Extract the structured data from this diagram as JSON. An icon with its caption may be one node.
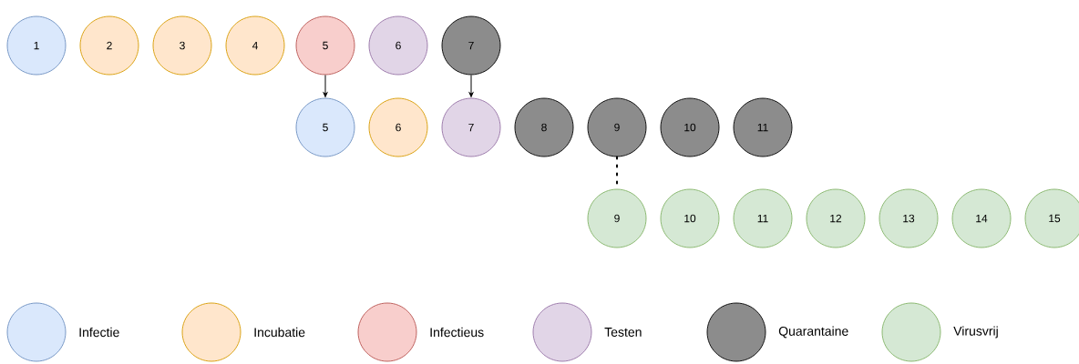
{
  "diagram": {
    "nodes": [
      {
        "text": [
          "1"
        ]
      },
      {
        "text": [
          "2"
        ]
      },
      {
        "text": [
          "3"
        ]
      },
      {
        "text": [
          "4"
        ]
      },
      {
        "text": [
          "5"
        ]
      },
      {
        "text": [
          "6"
        ]
      },
      {
        "text": [
          "7"
        ]
      },
      {
        "text": [
          "5"
        ]
      },
      {
        "text": [
          "6"
        ]
      },
      {
        "text": [
          "7"
        ]
      },
      {
        "text": [
          "8"
        ]
      },
      {
        "text": [
          "9"
        ]
      },
      {
        "text": [
          "10"
        ]
      },
      {
        "text": [
          "11"
        ]
      },
      {
        "text": [
          "9"
        ]
      },
      {
        "text": [
          "10"
        ]
      },
      {
        "text": [
          "11"
        ]
      },
      {
        "text": [
          "12"
        ]
      },
      {
        "text": [
          "13"
        ]
      },
      {
        "text": [
          "14"
        ]
      },
      {
        "text": [
          "15"
        ]
      }
    ],
    "edges": [
      {
        "from": 4,
        "to": 7,
        "arrow": "to"
      },
      {
        "from": 6,
        "to": 9,
        "arrow": "to"
      },
      {
        "from": 11,
        "to": 14,
        "arrow": "none",
        "style": "dashed"
      }
    ],
    "legend": [
      {
        "text": "Infectie",
        "color": "#dae8fc"
      },
      {
        "text": "Incubatie",
        "color": "#ffe6cc"
      },
      {
        "text": "Infectieus",
        "color": "#f8cecc"
      },
      {
        "text": "Testen",
        "color": "#e1d5e7"
      },
      {
        "text": "Quarantaine",
        "color": "#8c8c8c"
      },
      {
        "text": "Virusvrij",
        "color": "#d5e8d4"
      }
    ]
  }
}
